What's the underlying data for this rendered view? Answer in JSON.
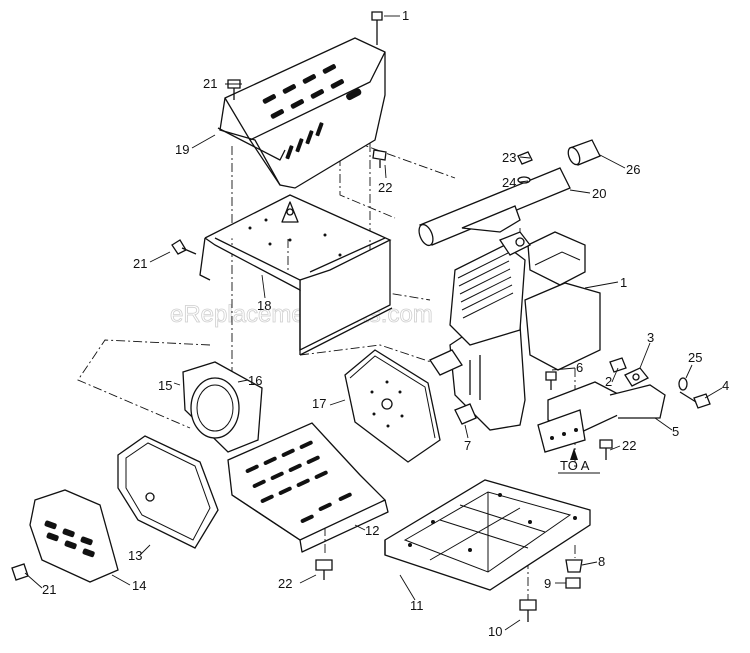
{
  "watermark": "eReplacementParts.com",
  "note": "TO A",
  "callouts": [
    {
      "id": "c1a",
      "text": "1"
    },
    {
      "id": "c1b",
      "text": "1"
    },
    {
      "id": "c2",
      "text": "2"
    },
    {
      "id": "c3",
      "text": "3"
    },
    {
      "id": "c4",
      "text": "4"
    },
    {
      "id": "c5",
      "text": "5"
    },
    {
      "id": "c6",
      "text": "6"
    },
    {
      "id": "c7",
      "text": "7"
    },
    {
      "id": "c8",
      "text": "8"
    },
    {
      "id": "c9",
      "text": "9"
    },
    {
      "id": "c10",
      "text": "10"
    },
    {
      "id": "c11",
      "text": "11"
    },
    {
      "id": "c12",
      "text": "12"
    },
    {
      "id": "c13",
      "text": "13"
    },
    {
      "id": "c14",
      "text": "14"
    },
    {
      "id": "c15",
      "text": "15"
    },
    {
      "id": "c16",
      "text": "16"
    },
    {
      "id": "c17",
      "text": "17"
    },
    {
      "id": "c18",
      "text": "18"
    },
    {
      "id": "c19",
      "text": "19"
    },
    {
      "id": "c20",
      "text": "20"
    },
    {
      "id": "c21a",
      "text": "21"
    },
    {
      "id": "c21b",
      "text": "21"
    },
    {
      "id": "c21c",
      "text": "21"
    },
    {
      "id": "c22a",
      "text": "22"
    },
    {
      "id": "c22b",
      "text": "22"
    },
    {
      "id": "c22c",
      "text": "22"
    },
    {
      "id": "c23",
      "text": "23"
    },
    {
      "id": "c24",
      "text": "24"
    },
    {
      "id": "c25",
      "text": "25"
    },
    {
      "id": "c26",
      "text": "26"
    }
  ]
}
